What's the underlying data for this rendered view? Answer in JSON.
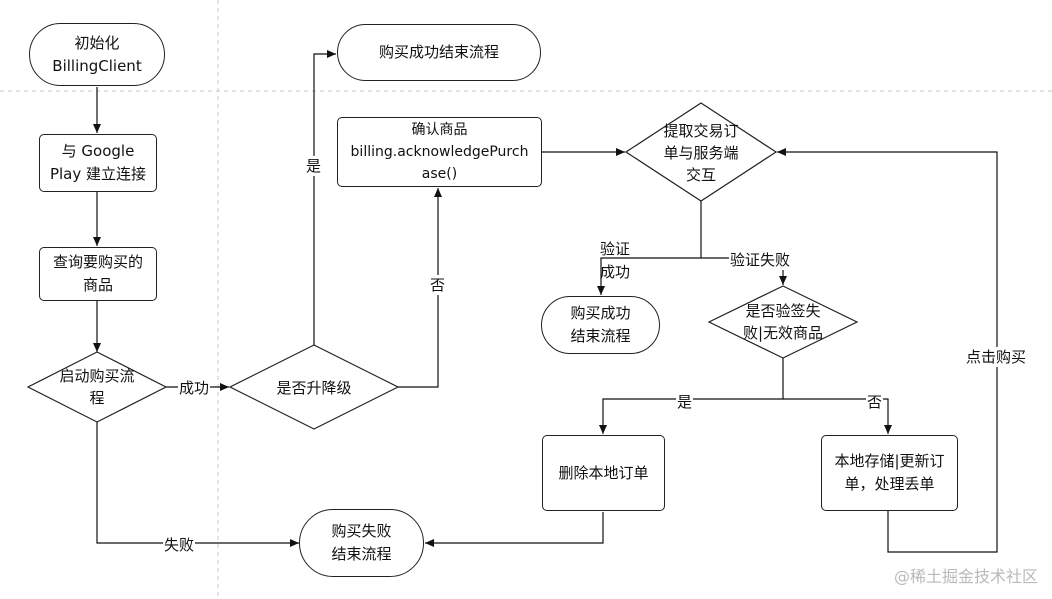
{
  "diagram": {
    "nodes": {
      "init": "初始化\nBillingClient",
      "connect": "与 Google\nPlay 建立连接",
      "query": "查询要购买的\n商品",
      "launch": "启动购买流\n程",
      "upgrade": "是否升降级",
      "success_end_top": "购买成功结束流程",
      "ack": "确认商品\nbilling.acknowledgePurch\nase()",
      "extract": "提取交易订\n单与服务端\n交互",
      "success_end": "购买成功\n结束流程",
      "verify_fail_check": "是否验签失\n败|无效商品",
      "delete_local": "删除本地订单",
      "store_local": "本地存储|更新订\n单，处理丢单",
      "fail_end": "购买失败\n结束流程"
    },
    "edges": {
      "launch_success": "成功",
      "launch_fail": "失败",
      "upgrade_yes": "是",
      "upgrade_no": "否",
      "verify_success": "验证\n成功",
      "verify_fail": "验证失败",
      "check_yes": "是",
      "check_no": "否",
      "click_buy": "点击购买"
    }
  },
  "watermark": "@稀土掘金技术社区"
}
